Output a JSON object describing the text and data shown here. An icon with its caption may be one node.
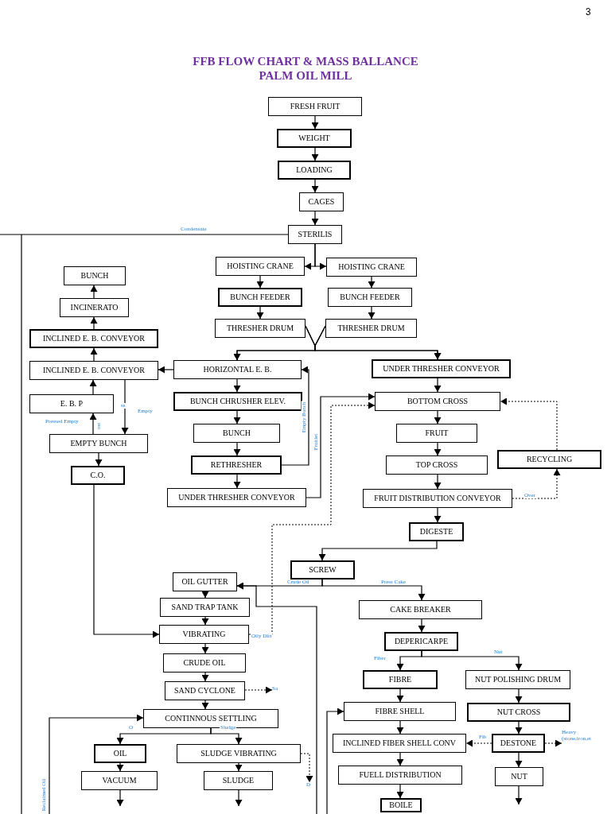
{
  "diagram": {
    "title": "FFB FLOW CHART & MASS BALLANCE PALM OIL MILL",
    "nodes": [
      {
        "text": [
          "FRESH FRUIT"
        ]
      },
      {
        "text": [
          "WEIGHT"
        ]
      },
      {
        "text": [
          "LOADING"
        ]
      },
      {
        "text": [
          "CAGES"
        ]
      },
      {
        "text": [
          "STERILIS"
        ]
      },
      {
        "text": [
          "HOISTING CRANE"
        ]
      },
      {
        "text": [
          "HOISTING CRANE"
        ]
      },
      {
        "text": [
          "BUNCH FEEDER"
        ]
      },
      {
        "text": [
          "BUNCH FEEDER"
        ]
      },
      {
        "text": [
          "THRESHER DRUM"
        ]
      },
      {
        "text": [
          "THRESHER DRUM"
        ]
      },
      {
        "text": [
          "HORIZONTAL E. B."
        ]
      },
      {
        "text": [
          "UNDER THRESHER CONVEYOR"
        ]
      },
      {
        "text": [
          "INCLINED E. B. CONVEYOR"
        ]
      },
      {
        "text": [
          "INCLINED E. B. CONVEYOR"
        ]
      },
      {
        "text": [
          "INCINERATO"
        ]
      },
      {
        "text": [
          "BUNCH"
        ]
      },
      {
        "text": [
          "E. B. P"
        ]
      },
      {
        "text": [
          "EMPTY BUNCH"
        ]
      },
      {
        "text": [
          "C.O."
        ]
      },
      {
        "text": [
          "BUNCH CHRUSHER ELEV."
        ]
      },
      {
        "text": [
          "BUNCH"
        ]
      },
      {
        "text": [
          "RETHRESHER"
        ]
      },
      {
        "text": [
          "UNDER THRESHER CONVEYOR"
        ]
      },
      {
        "text": [
          "BOTTOM CROSS"
        ]
      },
      {
        "text": [
          "FRUIT"
        ]
      },
      {
        "text": [
          "TOP CROSS"
        ]
      },
      {
        "text": [
          "RECYCLING"
        ]
      },
      {
        "text": [
          "FRUIT DISTRIBUTION CONVEYOR"
        ]
      },
      {
        "text": [
          "DIGESTE"
        ]
      },
      {
        "text": [
          "SCREW"
        ]
      },
      {
        "text": [
          "OIL GUTTER"
        ]
      },
      {
        "text": [
          "SAND TRAP TANK"
        ]
      },
      {
        "text": [
          "VIBRATING"
        ]
      },
      {
        "text": [
          "CRUDE OIL"
        ]
      },
      {
        "text": [
          "SAND CYCLONE"
        ]
      },
      {
        "text": [
          "CONTINNOUS SETTLING"
        ]
      },
      {
        "text": [
          "OIL"
        ]
      },
      {
        "text": [
          "SLUDGE VIBRATING"
        ]
      },
      {
        "text": [
          "VACUUM"
        ]
      },
      {
        "text": [
          "SLUDGE"
        ]
      },
      {
        "text": [
          "CAKE BREAKER"
        ]
      },
      {
        "text": [
          "DEPERICARPE"
        ]
      },
      {
        "text": [
          "FIBRE"
        ]
      },
      {
        "text": [
          "NUT POLISHING DRUM"
        ]
      },
      {
        "text": [
          "FIBRE SHELL"
        ]
      },
      {
        "text": [
          "NUT CROSS"
        ]
      },
      {
        "text": [
          "INCLINED FIBER SHELL CONV"
        ]
      },
      {
        "text": [
          "DESTONE"
        ]
      },
      {
        "text": [
          "FUELL DISTRIBUTION"
        ]
      },
      {
        "text": [
          "NUT"
        ]
      },
      {
        "text": [
          "BOILE"
        ]
      },
      {
        "text": [
          "Sa"
        ]
      },
      {
        "text": [
          "D"
        ]
      },
      {
        "text": [
          "Heavy (stone,iron,et"
        ]
      }
    ],
    "edges": [
      {
        "from": 0,
        "to": 1,
        "arrow": "to"
      },
      {
        "from": 1,
        "to": 2,
        "arrow": "to"
      },
      {
        "from": 2,
        "to": 3,
        "arrow": "to"
      },
      {
        "from": 3,
        "to": 4,
        "arrow": "to"
      },
      {
        "from": 4,
        "to": 5,
        "arrow": "to"
      },
      {
        "from": 4,
        "to": 6,
        "arrow": "to"
      },
      {
        "from": 5,
        "to": 7,
        "arrow": "to"
      },
      {
        "from": 6,
        "to": 8,
        "arrow": "to"
      },
      {
        "from": 7,
        "to": 9,
        "arrow": "to"
      },
      {
        "from": 8,
        "to": 10,
        "arrow": "to"
      },
      {
        "from": 9,
        "to": 11,
        "arrow": "to"
      },
      {
        "from": 9,
        "to": 12,
        "arrow": "to"
      },
      {
        "from": 10,
        "to": 11,
        "arrow": "to"
      },
      {
        "from": 10,
        "to": 12,
        "arrow": "to"
      },
      {
        "from": 11,
        "to": 13,
        "arrow": "to"
      },
      {
        "from": 13,
        "to": 14,
        "arrow": "to"
      },
      {
        "from": 14,
        "to": 15,
        "arrow": "to"
      },
      {
        "from": 15,
        "to": 16,
        "arrow": "to"
      },
      {
        "from": 17,
        "to": 13,
        "arrow": "to"
      },
      {
        "from": 18,
        "to": 17,
        "arrow": "to",
        "label": "Pressed Empty"
      },
      {
        "from": 13,
        "to": 18,
        "arrow": "to",
        "label": "Empty"
      },
      {
        "from": 18,
        "to": 19,
        "arrow": "to"
      },
      {
        "from": 19,
        "to": 33,
        "arrow": "to"
      },
      {
        "from": 11,
        "to": 20,
        "arrow": "to"
      },
      {
        "from": 20,
        "to": 21,
        "arrow": "to"
      },
      {
        "from": 21,
        "to": 22,
        "arrow": "to"
      },
      {
        "from": 22,
        "to": 23,
        "arrow": "to"
      },
      {
        "from": 22,
        "to": 11,
        "arrow": "to",
        "label": "Empty Bunch"
      },
      {
        "from": 23,
        "to": 24,
        "arrow": "to",
        "label": "Fruitlet"
      },
      {
        "from": 12,
        "to": 24,
        "arrow": "to"
      },
      {
        "from": 24,
        "to": 25,
        "arrow": "to"
      },
      {
        "from": 25,
        "to": 26,
        "arrow": "to"
      },
      {
        "from": 26,
        "to": 28,
        "arrow": "to"
      },
      {
        "from": 28,
        "to": 29,
        "arrow": "to"
      },
      {
        "from": 28,
        "to": 27,
        "arrow": "to",
        "style": "dashed",
        "label": "Over"
      },
      {
        "from": 27,
        "to": 24,
        "arrow": "to",
        "style": "dashed"
      },
      {
        "from": 33,
        "to": 24,
        "arrow": "to",
        "style": "dashed",
        "label": "Oily Dirt"
      },
      {
        "from": 29,
        "to": 30,
        "arrow": "to"
      },
      {
        "from": 30,
        "to": 31,
        "arrow": "to",
        "label": "Crude Oil"
      },
      {
        "from": 30,
        "to": 41,
        "arrow": "to",
        "label": "Press Cake"
      },
      {
        "from": null,
        "to": 31,
        "arrow": "to"
      },
      {
        "from": 31,
        "to": 32,
        "arrow": "to"
      },
      {
        "from": 32,
        "to": 33,
        "arrow": "to"
      },
      {
        "from": 33,
        "to": 34,
        "arrow": "to"
      },
      {
        "from": 34,
        "to": 35,
        "arrow": "to"
      },
      {
        "from": 35,
        "to": 36,
        "arrow": "to"
      },
      {
        "from": 35,
        "to": 52,
        "arrow": "to",
        "style": "dashed"
      },
      {
        "from": 36,
        "to": 37,
        "arrow": "to",
        "label": "O"
      },
      {
        "from": 36,
        "to": 38,
        "arrow": "to",
        "label": "Sludge"
      },
      {
        "from": 37,
        "to": 39,
        "arrow": "to"
      },
      {
        "from": 38,
        "to": 40,
        "arrow": "to"
      },
      {
        "from": 38,
        "to": 53,
        "arrow": "to",
        "style": "dashed"
      },
      {
        "from": 39,
        "to": null,
        "arrow": "to"
      },
      {
        "from": 40,
        "to": null,
        "arrow": "to"
      },
      {
        "from": null,
        "to": 36,
        "arrow": "to",
        "label": "Reclaimed Oil"
      },
      {
        "from": 41,
        "to": 42,
        "arrow": "to"
      },
      {
        "from": 42,
        "to": 43,
        "arrow": "to",
        "label": "Fiber"
      },
      {
        "from": 42,
        "to": 44,
        "arrow": "to",
        "label": "Nut"
      },
      {
        "from": 43,
        "to": 45,
        "arrow": "to"
      },
      {
        "from": 44,
        "to": 46,
        "arrow": "to"
      },
      {
        "from": 46,
        "to": 48,
        "arrow": "to"
      },
      {
        "from": 45,
        "to": 47,
        "arrow": "to"
      },
      {
        "from": 47,
        "to": 49,
        "arrow": "to"
      },
      {
        "from": 49,
        "to": 51,
        "arrow": "to"
      },
      {
        "from": 48,
        "to": 50,
        "arrow": "to"
      },
      {
        "from": 48,
        "to": 47,
        "arrow": "to",
        "style": "dashed",
        "label": "Fib"
      },
      {
        "from": 48,
        "to": 54,
        "arrow": "to",
        "style": "dashed"
      },
      {
        "from": 50,
        "to": null,
        "arrow": "to"
      },
      {
        "from": null,
        "to": 45,
        "arrow": "to"
      },
      {
        "from": 4,
        "to": null,
        "arrow": "none",
        "label": "Condensate"
      }
    ],
    "labels": [
      "3",
      "ss",
      "ost"
    ]
  }
}
